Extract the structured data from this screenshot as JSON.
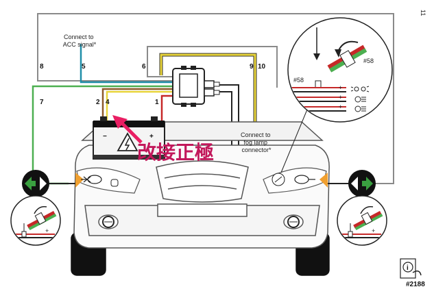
{
  "page_mark": "11",
  "labels": {
    "acc": [
      "Connect to",
      "ACC signal*"
    ],
    "fog": [
      "Connect to",
      "fog lamp",
      "connector*"
    ],
    "annotation": "改接正極",
    "id": "#2188"
  },
  "wire_numbers": {
    "w1": "1",
    "w2": "2",
    "w4": "4",
    "w5": "5",
    "w6": "6",
    "w7": "7",
    "w8": "8",
    "w9": "9",
    "w10": "10"
  },
  "battery": {
    "minus": "−",
    "plus": "+"
  },
  "inset_tr": {
    "fuse_top": "#58",
    "fuse_left": "#58",
    "rows": [
      "+",
      "−",
      "+",
      "−",
      "+",
      "−"
    ]
  },
  "inset_small": {
    "minus": "−",
    "plus": "+"
  },
  "colors": {
    "frame": "#8a8a8a",
    "green_wire": "#4caf50",
    "teal_wire": "#1f8ea8",
    "yellow_wire": "#e8d43a",
    "red_wire": "#c62828",
    "brown_wire": "#8d5a2b",
    "black_wire": "#222222",
    "gray_wire": "#8a8a8a",
    "indicator_green": "#3aa040",
    "indicator_orange": "#f0a030",
    "annotation": "#c2185b",
    "arrow_pink": "#e91e63"
  },
  "icons": [
    "warning-triangle-icon",
    "info-book-icon",
    "turn-signal-icon",
    "curved-arrow-icon",
    "down-arrow-icon",
    "headlight-icon",
    "foglight-icon",
    "parking-light-icon"
  ]
}
